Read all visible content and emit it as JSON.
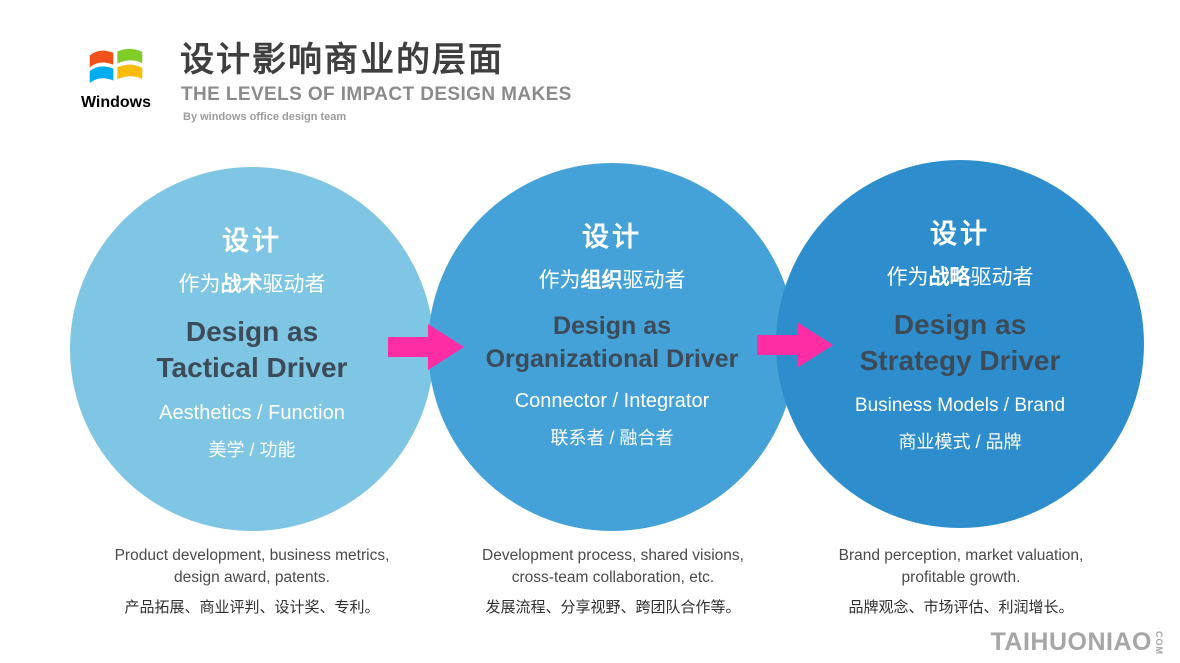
{
  "header": {
    "logo_label": "Windows",
    "title_zh": "设计影响商业的层面",
    "title_en": "THE LEVELS OF IMPACT DESIGN MAKES",
    "byline": "By windows office design team"
  },
  "colors": {
    "circle1_fill": "#7ec6e4",
    "circle2_fill": "#45a2d8",
    "circle3_fill": "#2e8ecd",
    "arrow": "#ff2da4",
    "en_title_text": "#3d4b58"
  },
  "circles": [
    {
      "zh_title": "设计",
      "zh_role_prefix": "作为",
      "zh_role_bold": "战术",
      "zh_role_suffix": "驱动者",
      "en_line1": "Design as",
      "en_line2": "Tactical Driver",
      "en_sub": "Aesthetics / Function",
      "zh_sub": "美学 / 功能",
      "caption_en1": "Product development, business metrics,",
      "caption_en2": "design award, patents.",
      "caption_zh": "产品拓展、商业评判、设计奖、专利。"
    },
    {
      "zh_title": "设计",
      "zh_role_prefix": "作为",
      "zh_role_bold": "组织",
      "zh_role_suffix": "驱动者",
      "en_line1": "Design as",
      "en_line2": "Organizational Driver",
      "en_sub": "Connector / Integrator",
      "zh_sub": "联系者 / 融合者",
      "caption_en1": "Development process, shared visions,",
      "caption_en2": "cross-team collaboration, etc.",
      "caption_zh": "发展流程、分享视野、跨团队合作等。"
    },
    {
      "zh_title": "设计",
      "zh_role_prefix": "作为",
      "zh_role_bold": "战略",
      "zh_role_suffix": "驱动者",
      "en_line1": "Design as",
      "en_line2": "Strategy Driver",
      "en_sub": "Business Models / Brand",
      "zh_sub": "商业模式 / 品牌",
      "caption_en1": "Brand perception, market valuation,",
      "caption_en2": "profitable growth.",
      "caption_zh": "品牌观念、市场评估、利润增长。"
    }
  ],
  "watermark": {
    "text": "TAIHUONIAO",
    "suffix": "COM"
  }
}
